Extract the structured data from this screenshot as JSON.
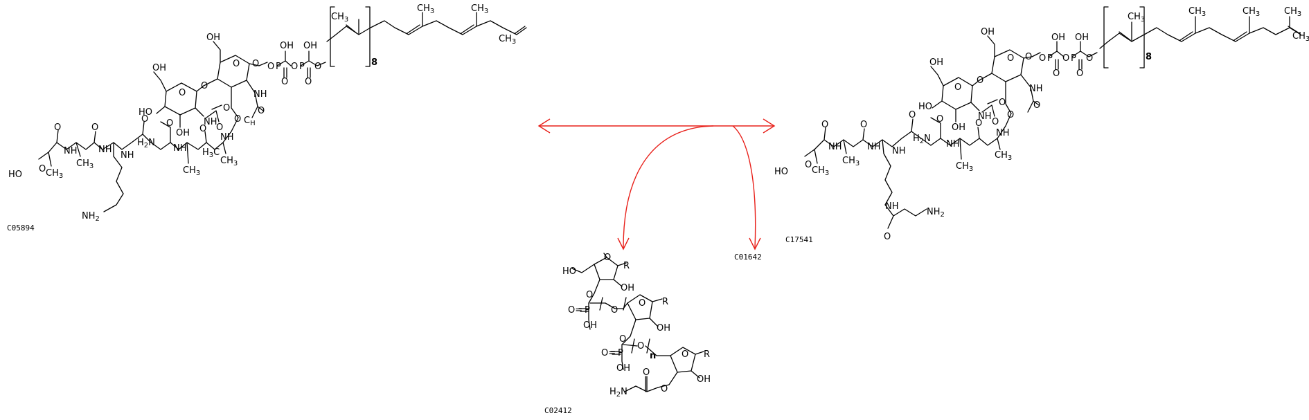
{
  "compounds": {
    "left": {
      "id": "C05894"
    },
    "right": {
      "id": "C17541"
    },
    "center": {
      "id": "C02412"
    },
    "product": {
      "id": "C01642"
    }
  },
  "labels": {
    "repeat_n8": "8",
    "repeat_n": "n",
    "atoms": {
      "ch3": "CH",
      "three": "3",
      "oh": "OH",
      "ho": "HO",
      "o": "O",
      "p": "P",
      "nh": "NH",
      "h2n": "H",
      "two": "2",
      "n": "N",
      "h": "H",
      "nh2": "NH",
      "r": "R",
      "o_eq": "O=",
      "h3": "H",
      "c": "C"
    }
  },
  "colors": {
    "arrow": "#e8201a",
    "structure": "#000000",
    "background": "#ffffff"
  }
}
